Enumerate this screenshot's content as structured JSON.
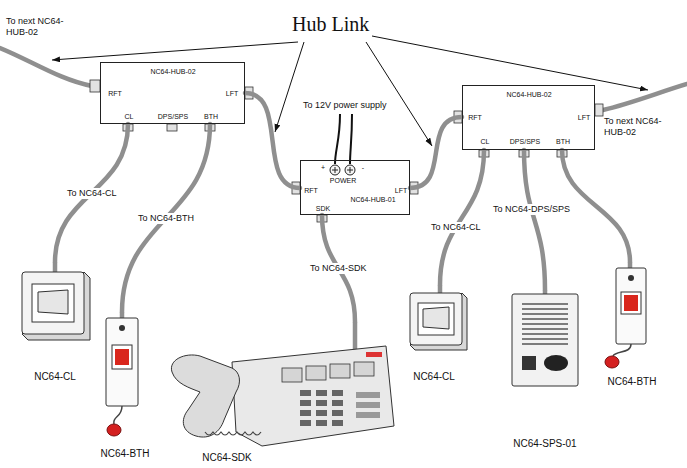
{
  "diagram": {
    "nodes": [
      {
        "text": [
          "NC64-HUB-02",
          "RFT",
          "LFT",
          "CL",
          "DPS/SPS",
          "BTH"
        ]
      },
      {
        "text": [
          "NC64-HUB-01",
          "POWER",
          "+",
          "-",
          "RFT",
          "LFT",
          "SDK"
        ]
      },
      {
        "text": [
          "NC64-HUB-02",
          "RFT",
          "LFT",
          "CL",
          "DPS/SPS",
          "BTH"
        ]
      },
      {
        "text": [
          "NC64-CL"
        ]
      },
      {
        "text": [
          "NC64-BTH"
        ]
      },
      {
        "text": [
          "NC64-SDK"
        ]
      },
      {
        "text": [
          "NC64-CL"
        ]
      },
      {
        "text": [
          "NC64-SPS-01"
        ]
      },
      {
        "text": [
          "NC64-BTH"
        ]
      }
    ],
    "edges": [
      {
        "from": 0,
        "to": 1,
        "arrow": "none"
      },
      {
        "from": 1,
        "to": 2,
        "arrow": "none"
      },
      {
        "from": 0,
        "to": 3,
        "label": "To NC64-CL",
        "arrow": "none"
      },
      {
        "from": 0,
        "to": 4,
        "label": "To NC64-BTH",
        "arrow": "none"
      },
      {
        "from": 1,
        "to": 5,
        "label": "To NC64-SDK",
        "arrow": "none"
      },
      {
        "from": 2,
        "to": 6,
        "label": "To NC64-CL",
        "arrow": "none"
      },
      {
        "from": 2,
        "to": 7,
        "label": "To NC64-DPS/SPS",
        "arrow": "none"
      },
      {
        "from": 2,
        "to": 8,
        "arrow": "none"
      }
    ],
    "labels": [
      "Hub Link",
      "To next NC64-HUB-02",
      "To 12V power supply",
      "To next NC64-HUB-02"
    ]
  }
}
